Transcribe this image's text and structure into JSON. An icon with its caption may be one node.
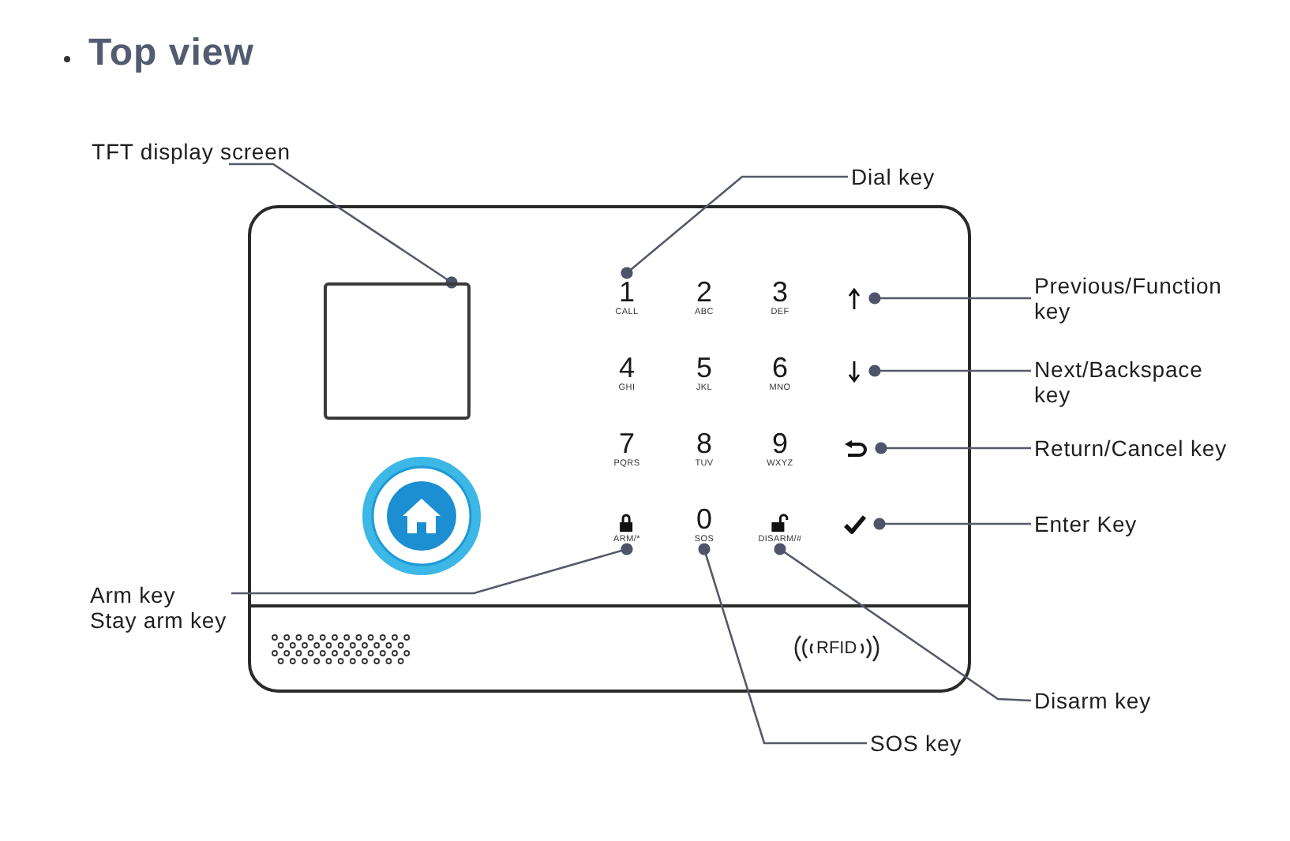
{
  "diagram": {
    "title": "Top view",
    "nodes": [
      {
        "text": [
          "TFT display screen"
        ]
      },
      {
        "text": [
          "Dial key"
        ]
      },
      {
        "text": [
          "Previous/Function key"
        ]
      },
      {
        "text": [
          "Next/Backspace key"
        ]
      },
      {
        "text": [
          "Return/Cancel key"
        ]
      },
      {
        "text": [
          "Enter Key"
        ]
      },
      {
        "text": [
          "Arm key",
          "Stay arm key"
        ]
      },
      {
        "text": [
          "Disarm key"
        ]
      },
      {
        "text": [
          "SOS key"
        ]
      },
      {
        "text": [],
        "shape": "box"
      },
      {
        "text": [
          "1",
          "CALL"
        ]
      },
      {
        "text": [],
        "shape": "arrow"
      },
      {
        "text": [],
        "shape": "arrow"
      },
      {
        "text": [],
        "shape": "arrow"
      },
      {
        "text": [],
        "shape": "tick"
      },
      {
        "text": [
          "ARM/*"
        ]
      },
      {
        "text": [
          "0",
          "SOS"
        ]
      },
      {
        "text": [
          "DISARM/#"
        ]
      }
    ],
    "edges": [
      {
        "from": 0,
        "to": 9,
        "arrow": "other"
      },
      {
        "from": 1,
        "to": 10,
        "arrow": "other"
      },
      {
        "from": 2,
        "to": 11,
        "arrow": "other"
      },
      {
        "from": 3,
        "to": 12,
        "arrow": "other"
      },
      {
        "from": 4,
        "to": 13,
        "arrow": "other"
      },
      {
        "from": 5,
        "to": 14,
        "arrow": "other"
      },
      {
        "from": 6,
        "to": 15,
        "arrow": "other"
      },
      {
        "from": 7,
        "to": 17,
        "arrow": "other"
      },
      {
        "from": 8,
        "to": 16,
        "arrow": "other"
      }
    ],
    "labels": [
      "2",
      "ABC",
      "3",
      "DEF",
      "4",
      "GHI",
      "5",
      "JKL",
      "6",
      "MNO",
      "7",
      "PQRS",
      "8",
      "TUV",
      "9",
      "WXYZ",
      "RFID"
    ]
  }
}
